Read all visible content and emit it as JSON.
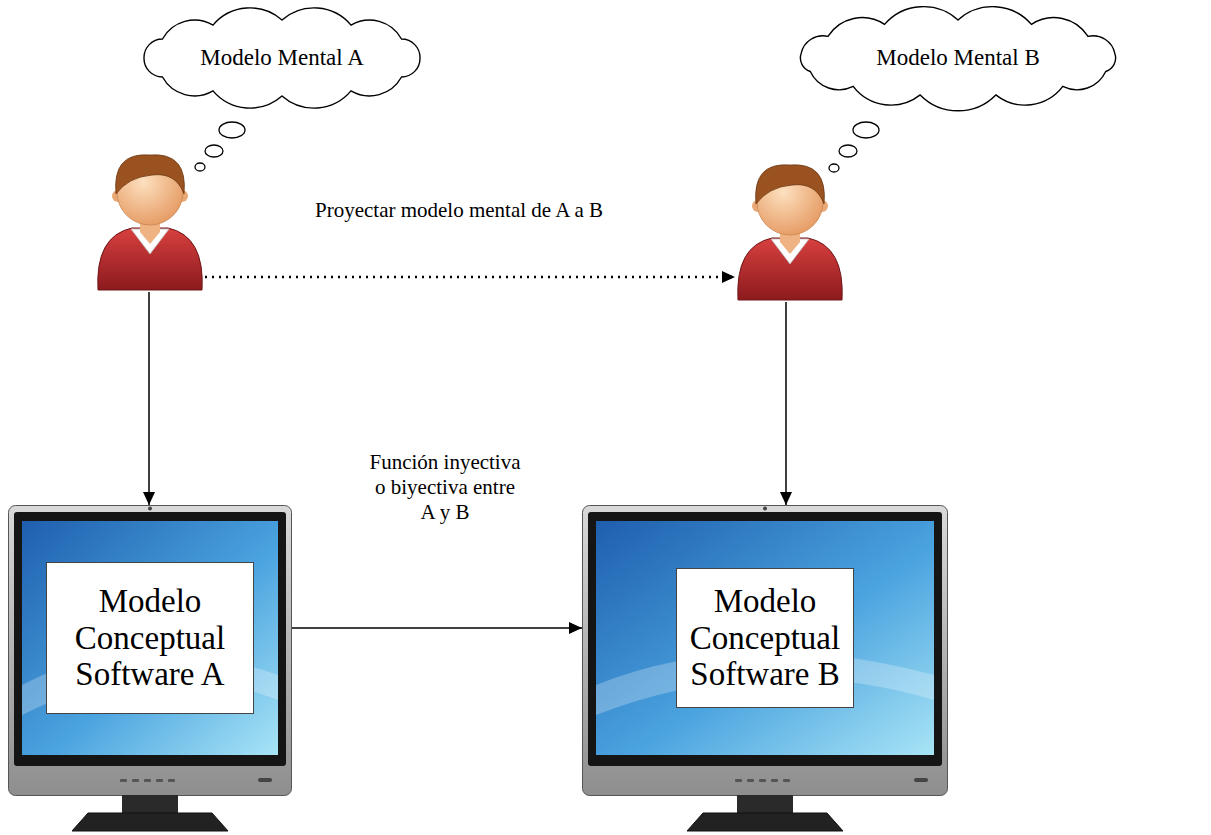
{
  "diagram": {
    "nodes": [
      {
        "text": [
          "Modelo Mental A"
        ]
      },
      {
        "text": [
          "Modelo Mental B"
        ]
      },
      {
        "text": [
          "Modelo Conceptual Software A"
        ]
      },
      {
        "text": [
          "Modelo Conceptual Software B"
        ]
      }
    ],
    "edges": [
      {
        "from": 0,
        "to": 1,
        "arrow": "to",
        "label": "Proyectar modelo mental de A a B"
      },
      {
        "from": 0,
        "to": 2,
        "arrow": "to"
      },
      {
        "from": 1,
        "to": 3,
        "arrow": "to"
      },
      {
        "from": 2,
        "to": 3,
        "arrow": "to",
        "label": "Función inyectiva o biyectiva entre A y B"
      }
    ]
  }
}
